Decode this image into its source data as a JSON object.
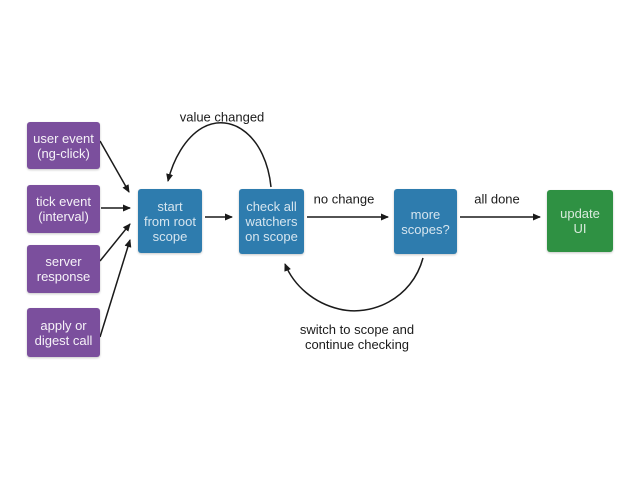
{
  "diagram": {
    "triggers": [
      {
        "label": "user event\n(ng-click)"
      },
      {
        "label": "tick event\n(interval)"
      },
      {
        "label": "server\nresponse"
      },
      {
        "label": "apply or\ndigest call"
      }
    ],
    "steps": {
      "start": {
        "label": "start\nfrom root\nscope"
      },
      "check": {
        "label": "check all\nwatchers\non scope"
      },
      "more": {
        "label": "more\nscopes?"
      },
      "update": {
        "label": "update\nUI"
      }
    },
    "edge_labels": {
      "value_changed": "value changed",
      "no_change": "no change",
      "all_done": "all done",
      "switch_scope": "switch to scope and\ncontinue checking"
    },
    "colors": {
      "trigger_box": "#7B4F9D",
      "process_box": "#2E7CAE",
      "end_box": "#2F9143",
      "arrow": "#1a1a1a",
      "background": "#FFFFFF",
      "node_text": "#FFFFFF",
      "label_text": "#1b1b1b"
    }
  }
}
